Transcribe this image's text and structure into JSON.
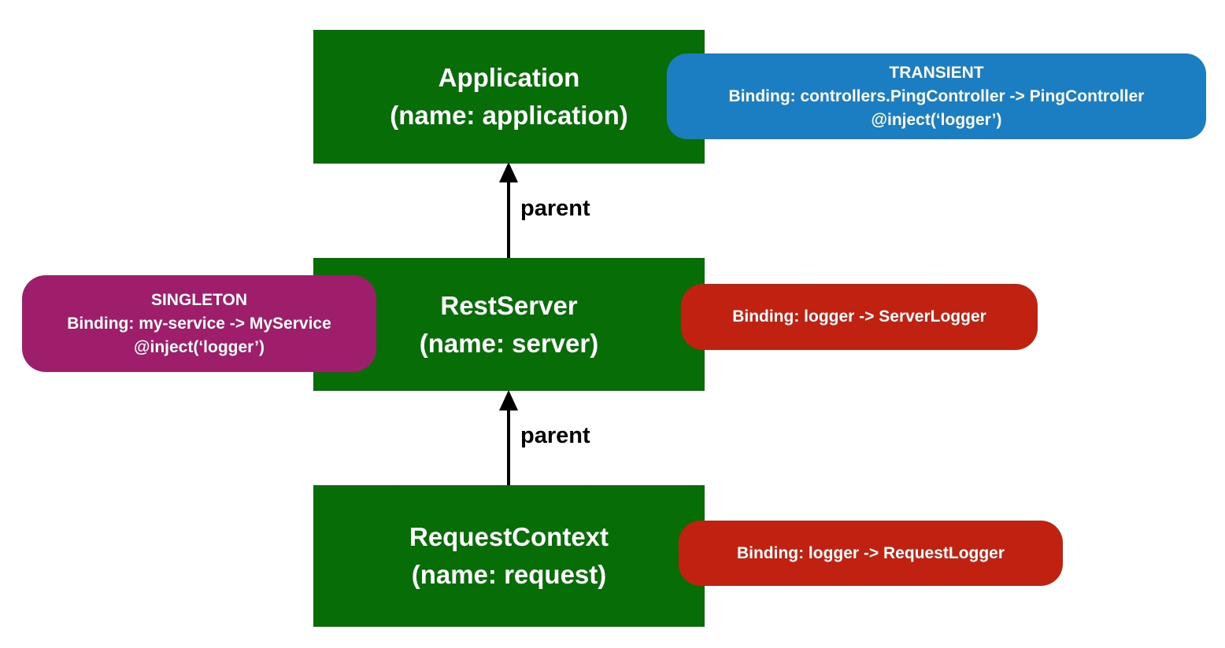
{
  "colors": {
    "context_green": "#076e07",
    "transient_blue": "#1b7ec2",
    "singleton_purple": "#9e1e6b",
    "binding_red": "#c12110",
    "arrow_black": "#000000",
    "text_white": "#ffffff",
    "background": "#ffffff"
  },
  "contexts": [
    {
      "title": "Application",
      "subtitle": "(name: application)"
    },
    {
      "title": "RestServer",
      "subtitle": "(name: server)"
    },
    {
      "title": "RequestContext",
      "subtitle": "(name: request)"
    }
  ],
  "edges": [
    {
      "label": "parent"
    },
    {
      "label": "parent"
    }
  ],
  "notes": [
    {
      "kind": "transient",
      "lines": [
        "TRANSIENT",
        "Binding: controllers.PingController -> PingController",
        "@inject(‘logger’)"
      ]
    },
    {
      "kind": "singleton",
      "lines": [
        "SINGLETON",
        "Binding: my-service -> MyService",
        "@inject(‘logger’)"
      ]
    },
    {
      "kind": "binding",
      "lines": [
        "Binding: logger -> ServerLogger"
      ]
    },
    {
      "kind": "binding",
      "lines": [
        "Binding: logger -> RequestLogger"
      ]
    }
  ]
}
